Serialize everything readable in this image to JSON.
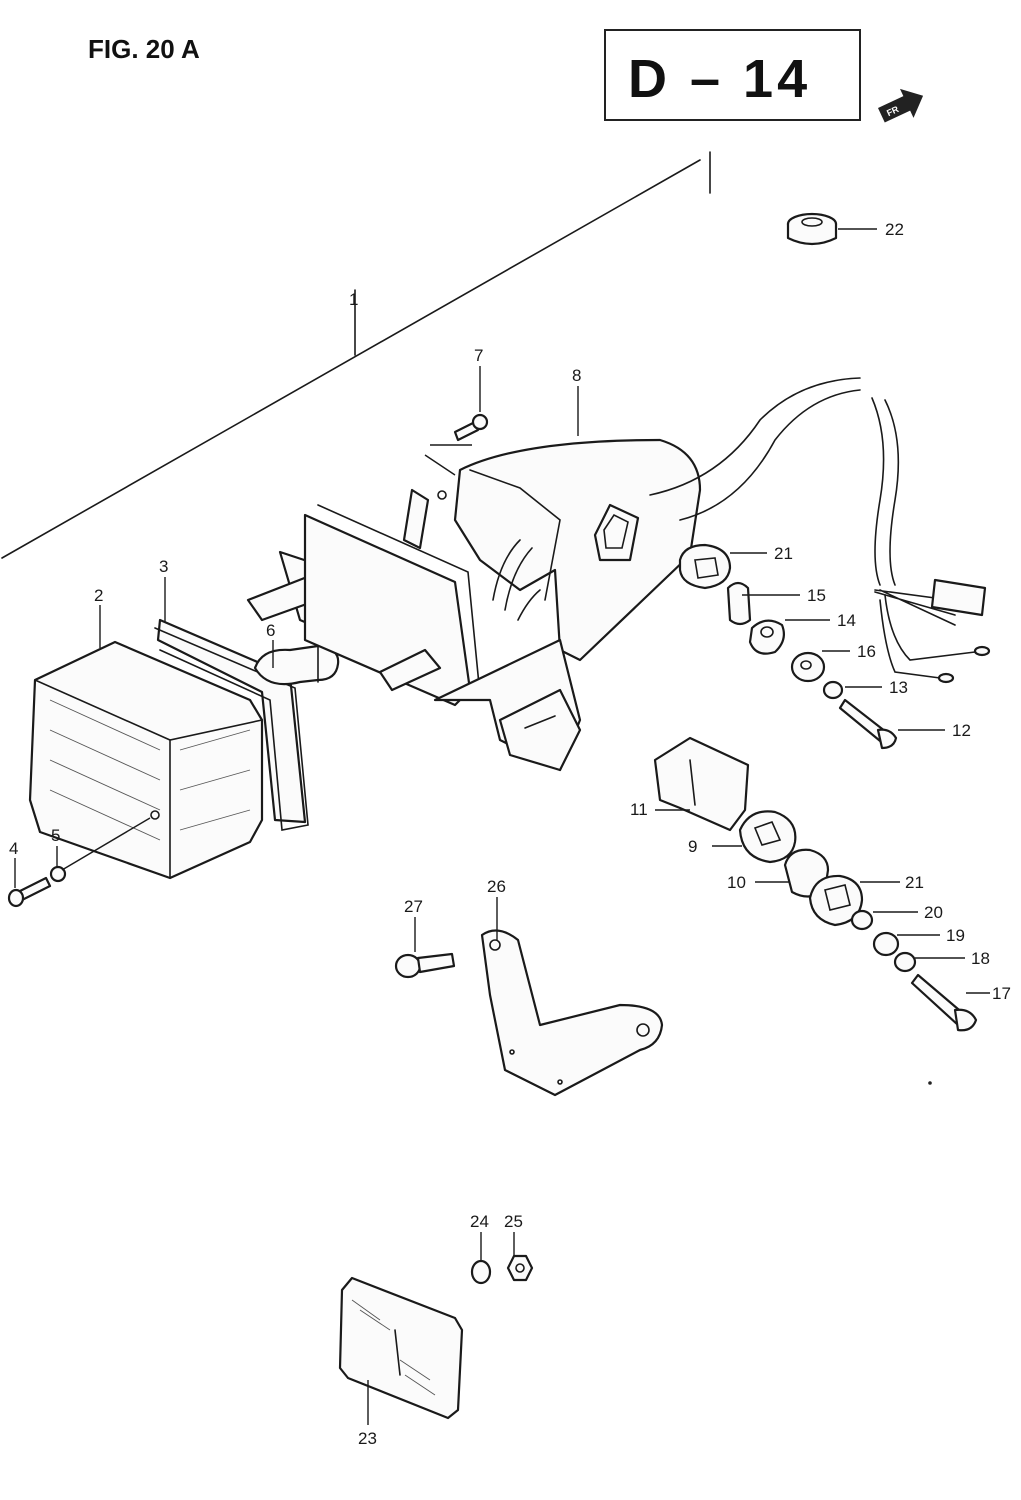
{
  "figure": {
    "title": "FIG. 20 A",
    "page_code": "D – 14",
    "direction_label": "FR"
  },
  "callouts": [
    "1",
    "2",
    "3",
    "4",
    "5",
    "6",
    "7",
    "8",
    "9",
    "10",
    "11",
    "12",
    "13",
    "14",
    "15",
    "16",
    "17",
    "18",
    "19",
    "20",
    "21",
    "21",
    "22",
    "23",
    "24",
    "25",
    "26",
    "27"
  ],
  "icons": {
    "direction_arrow": "front-direction-arrow-icon"
  }
}
